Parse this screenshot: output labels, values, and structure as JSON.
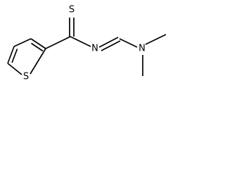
{
  "molecule": {
    "atoms": {
      "thiophene_sulfur": "S",
      "thioamide_sulfur": "S",
      "imine_nitrogen": "N",
      "amine_nitrogen": "N"
    }
  }
}
